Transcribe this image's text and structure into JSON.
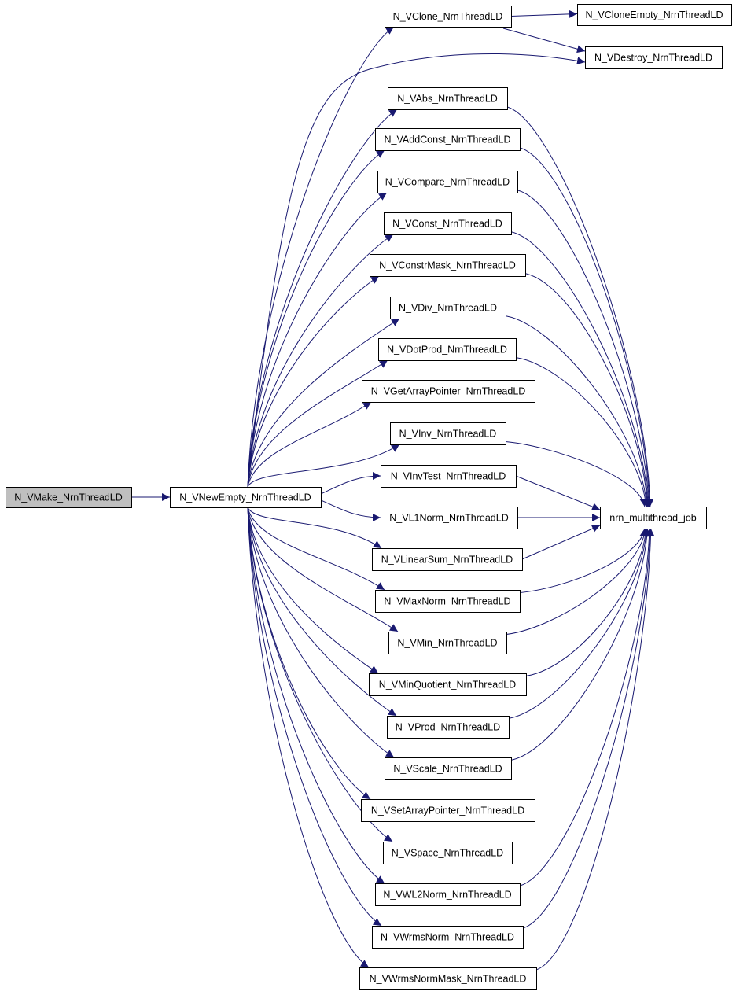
{
  "graph": {
    "nodes": [
      {
        "id": "make",
        "label": "N_VMake_NrnThreadLD",
        "highlight": true
      },
      {
        "id": "newempty",
        "label": "N_VNewEmpty_NrnThreadLD"
      },
      {
        "id": "clone",
        "label": "N_VClone_NrnThreadLD"
      },
      {
        "id": "cloneempty",
        "label": "N_VCloneEmpty_NrnThreadLD"
      },
      {
        "id": "destroy",
        "label": "N_VDestroy_NrnThreadLD"
      },
      {
        "id": "abs",
        "label": "N_VAbs_NrnThreadLD"
      },
      {
        "id": "addconst",
        "label": "N_VAddConst_NrnThreadLD"
      },
      {
        "id": "compare",
        "label": "N_VCompare_NrnThreadLD"
      },
      {
        "id": "const",
        "label": "N_VConst_NrnThreadLD"
      },
      {
        "id": "constrmask",
        "label": "N_VConstrMask_NrnThreadLD"
      },
      {
        "id": "div",
        "label": "N_VDiv_NrnThreadLD"
      },
      {
        "id": "dotprod",
        "label": "N_VDotProd_NrnThreadLD"
      },
      {
        "id": "getarraypointer",
        "label": "N_VGetArrayPointer_NrnThreadLD"
      },
      {
        "id": "inv",
        "label": "N_VInv_NrnThreadLD"
      },
      {
        "id": "invtest",
        "label": "N_VInvTest_NrnThreadLD"
      },
      {
        "id": "l1norm",
        "label": "N_VL1Norm_NrnThreadLD"
      },
      {
        "id": "linearsum",
        "label": "N_VLinearSum_NrnThreadLD"
      },
      {
        "id": "maxnorm",
        "label": "N_VMaxNorm_NrnThreadLD"
      },
      {
        "id": "min",
        "label": "N_VMin_NrnThreadLD"
      },
      {
        "id": "minquotient",
        "label": "N_VMinQuotient_NrnThreadLD"
      },
      {
        "id": "prod",
        "label": "N_VProd_NrnThreadLD"
      },
      {
        "id": "scale",
        "label": "N_VScale_NrnThreadLD"
      },
      {
        "id": "setarraypointer",
        "label": "N_VSetArrayPointer_NrnThreadLD"
      },
      {
        "id": "space",
        "label": "N_VSpace_NrnThreadLD"
      },
      {
        "id": "wl2norm",
        "label": "N_VWL2Norm_NrnThreadLD"
      },
      {
        "id": "wrmsnorm",
        "label": "N_VWrmsNorm_NrnThreadLD"
      },
      {
        "id": "wrmsnormmask",
        "label": "N_VWrmsNormMask_NrnThreadLD"
      },
      {
        "id": "mtjob",
        "label": "nrn_multithread_job"
      }
    ],
    "edges": [
      [
        "make",
        "newempty"
      ],
      [
        "newempty",
        "clone"
      ],
      [
        "newempty",
        "destroy"
      ],
      [
        "newempty",
        "abs"
      ],
      [
        "newempty",
        "addconst"
      ],
      [
        "newempty",
        "compare"
      ],
      [
        "newempty",
        "const"
      ],
      [
        "newempty",
        "constrmask"
      ],
      [
        "newempty",
        "div"
      ],
      [
        "newempty",
        "dotprod"
      ],
      [
        "newempty",
        "getarraypointer"
      ],
      [
        "newempty",
        "inv"
      ],
      [
        "newempty",
        "invtest"
      ],
      [
        "newempty",
        "l1norm"
      ],
      [
        "newempty",
        "linearsum"
      ],
      [
        "newempty",
        "maxnorm"
      ],
      [
        "newempty",
        "min"
      ],
      [
        "newempty",
        "minquotient"
      ],
      [
        "newempty",
        "prod"
      ],
      [
        "newempty",
        "scale"
      ],
      [
        "newempty",
        "setarraypointer"
      ],
      [
        "newempty",
        "space"
      ],
      [
        "newempty",
        "wl2norm"
      ],
      [
        "newempty",
        "wrmsnorm"
      ],
      [
        "newempty",
        "wrmsnormmask"
      ],
      [
        "clone",
        "cloneempty"
      ],
      [
        "clone",
        "destroy"
      ],
      [
        "abs",
        "mtjob"
      ],
      [
        "addconst",
        "mtjob"
      ],
      [
        "compare",
        "mtjob"
      ],
      [
        "const",
        "mtjob"
      ],
      [
        "constrmask",
        "mtjob"
      ],
      [
        "div",
        "mtjob"
      ],
      [
        "dotprod",
        "mtjob"
      ],
      [
        "inv",
        "mtjob"
      ],
      [
        "invtest",
        "mtjob"
      ],
      [
        "l1norm",
        "mtjob"
      ],
      [
        "linearsum",
        "mtjob"
      ],
      [
        "maxnorm",
        "mtjob"
      ],
      [
        "min",
        "mtjob"
      ],
      [
        "minquotient",
        "mtjob"
      ],
      [
        "prod",
        "mtjob"
      ],
      [
        "scale",
        "mtjob"
      ],
      [
        "wl2norm",
        "mtjob"
      ],
      [
        "wrmsnorm",
        "mtjob"
      ],
      [
        "wrmsnormmask",
        "mtjob"
      ]
    ]
  },
  "colors": {
    "edge": "#191970",
    "node_border": "#000000",
    "node_fill": "#ffffff",
    "highlight_fill": "#bfbfbf"
  }
}
